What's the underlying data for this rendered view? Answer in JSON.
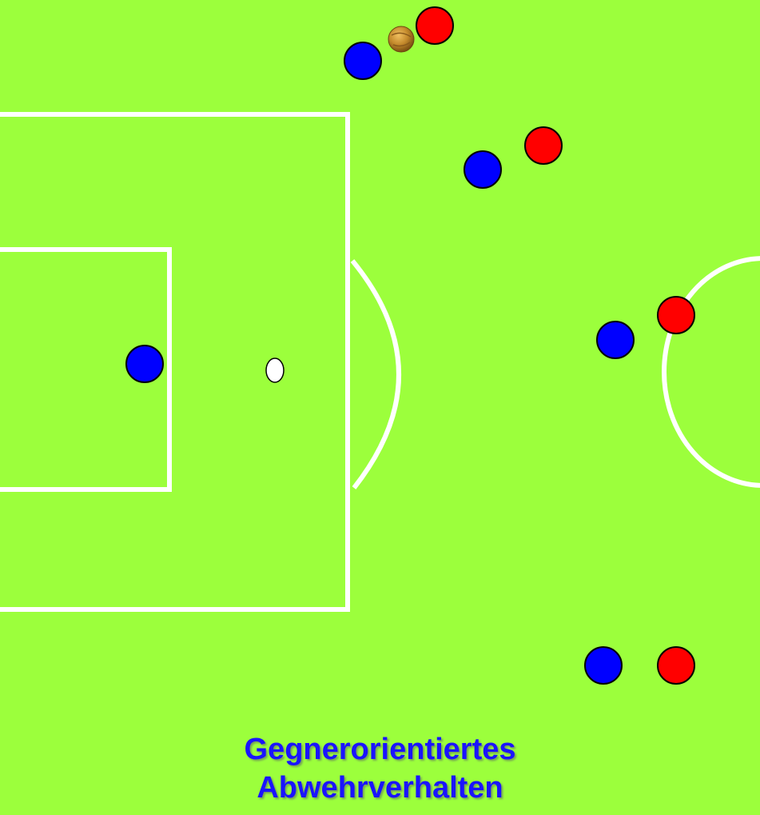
{
  "colors": {
    "pitch": "#9cff3c",
    "lines": "#ffffff",
    "team_blue": "#0000ff",
    "team_red": "#ff0000",
    "outline": "#000000",
    "ball": "#c48a2c",
    "caption": "#1a14ff"
  },
  "caption": {
    "line1": "Gegnerorientiertes",
    "line2": "Abwehrverhalten"
  },
  "pitch_elements": [
    "penalty-area",
    "goal-area",
    "penalty-arc",
    "penalty-spot",
    "center-circle"
  ],
  "players": [
    {
      "team": "blue",
      "role": "goalkeeper"
    },
    {
      "team": "blue",
      "role": "defender"
    },
    {
      "team": "red",
      "role": "attacker"
    },
    {
      "team": "blue",
      "role": "defender"
    },
    {
      "team": "red",
      "role": "attacker"
    },
    {
      "team": "blue",
      "role": "defender"
    },
    {
      "team": "red",
      "role": "attacker"
    },
    {
      "team": "blue",
      "role": "defender"
    },
    {
      "team": "red",
      "role": "attacker"
    }
  ],
  "ball": {
    "icon": "football-icon"
  }
}
